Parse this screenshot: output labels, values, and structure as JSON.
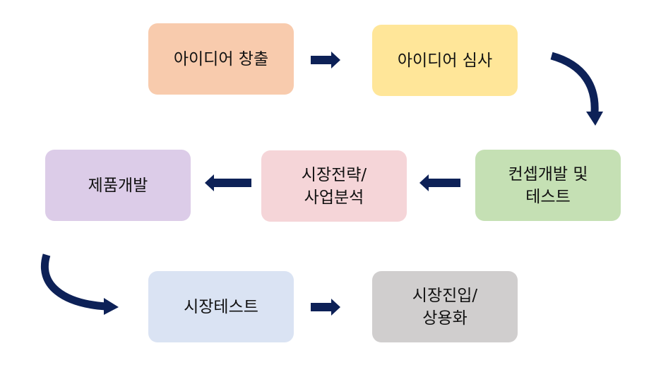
{
  "diagram": {
    "steps": [
      {
        "id": "s1",
        "label": "아이디어 창출",
        "color": "#f8cbad"
      },
      {
        "id": "s2",
        "label": "아이디어 심사",
        "color": "#ffe699"
      },
      {
        "id": "s3",
        "label": "컨셉개발 및\n테스트",
        "color": "#c5e0b4"
      },
      {
        "id": "s4",
        "label": "시장전략/\n사업분석",
        "color": "#f5d5d8"
      },
      {
        "id": "s5",
        "label": "제품개발",
        "color": "#dccce8"
      },
      {
        "id": "s6",
        "label": "시장테스트",
        "color": "#dae3f3"
      },
      {
        "id": "s7",
        "label": "시장진입/\n상용화",
        "color": "#d0cece"
      }
    ],
    "arrow_color": "#0d2157"
  }
}
